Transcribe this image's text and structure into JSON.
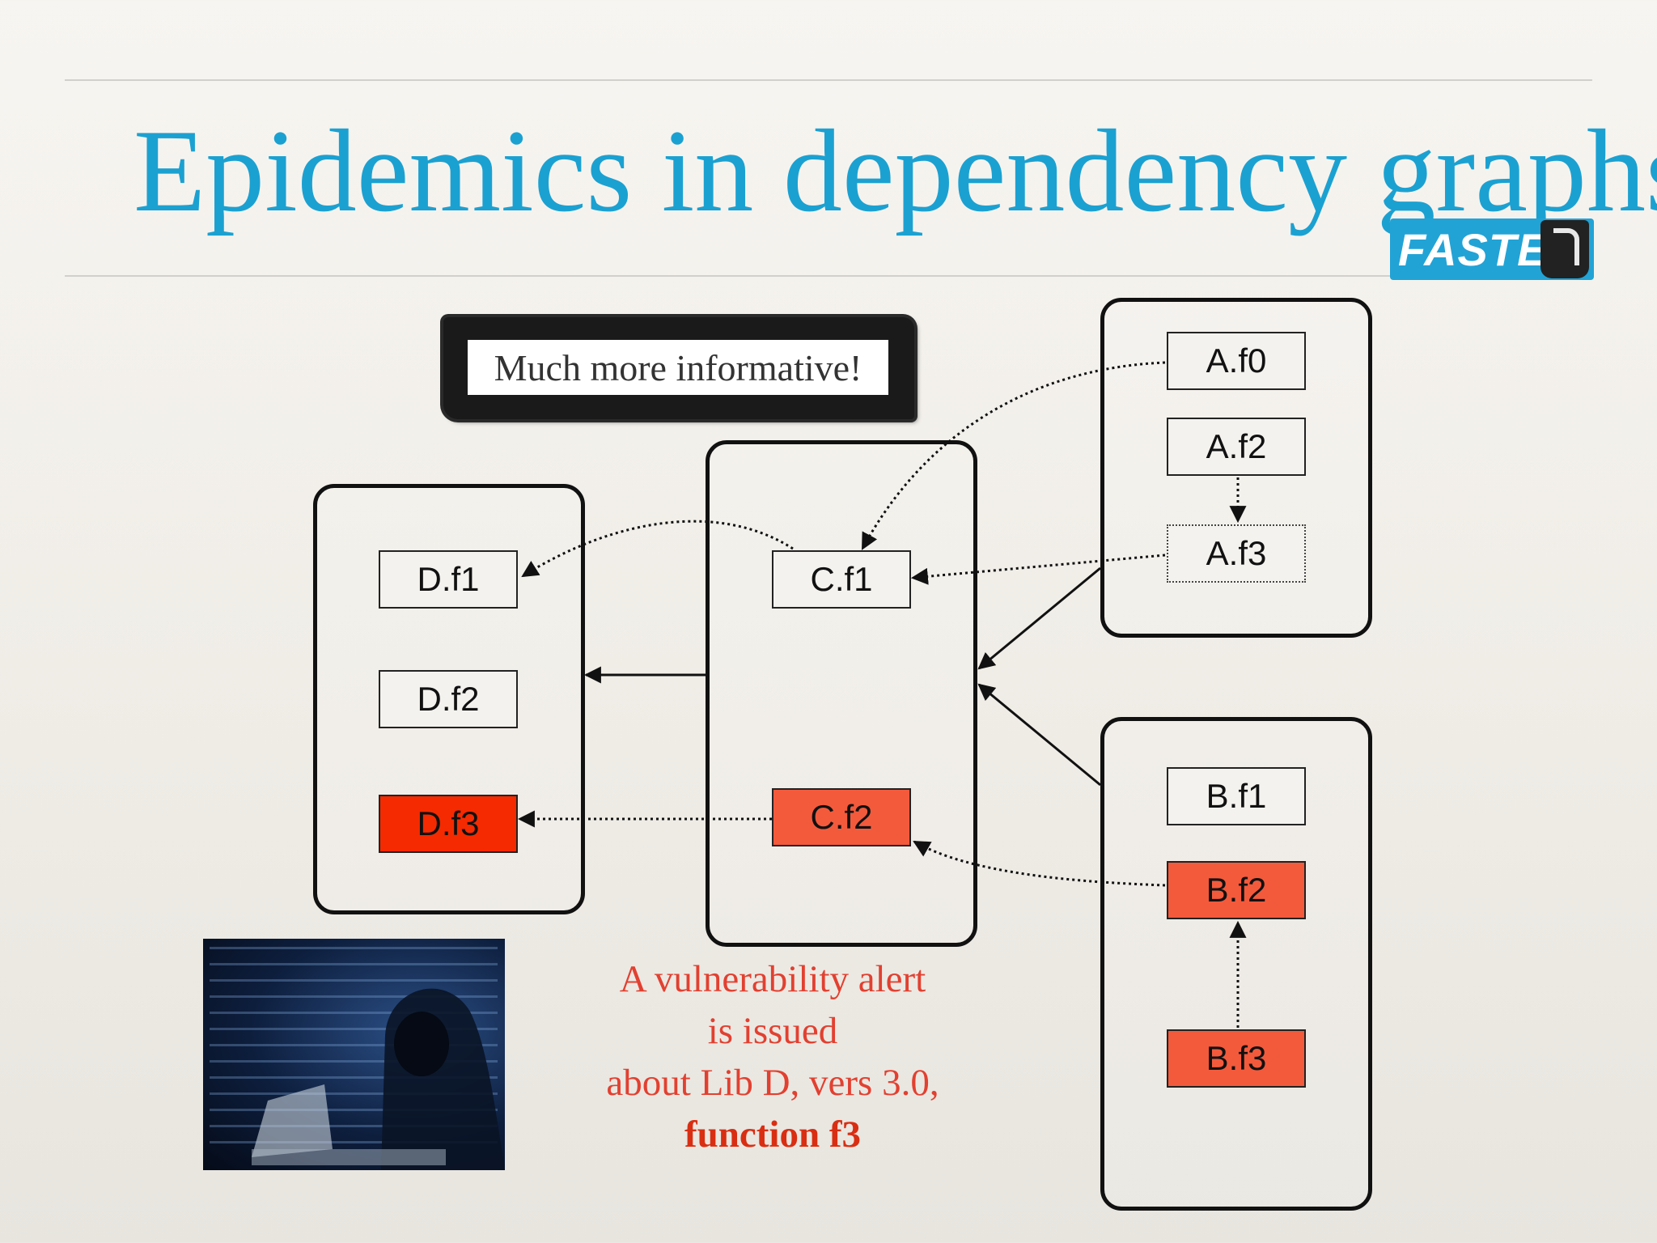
{
  "slide": {
    "title": "Epidemics in dependency graphs",
    "logo_text": "FASTEN",
    "callout": "Much more informative!",
    "alert_lines": [
      "A vulnerability alert",
      "is issued",
      "about Lib D, vers 3.0,"
    ],
    "alert_emphasis": "function f3"
  },
  "functions": {
    "A": [
      "A.f0",
      "A.f2",
      "A.f3"
    ],
    "B": [
      "B.f1",
      "B.f2",
      "B.f3"
    ],
    "C": [
      "C.f1",
      "C.f2"
    ],
    "D": [
      "D.f1",
      "D.f2",
      "D.f3"
    ]
  },
  "colors": {
    "title": "#1ba1d1",
    "alert": "#e24030",
    "vulnerable_origin": "#f52a00",
    "affected": "#f35a3c"
  },
  "icons": [
    "fasten-logo-icon",
    "hacker-image-icon"
  ]
}
